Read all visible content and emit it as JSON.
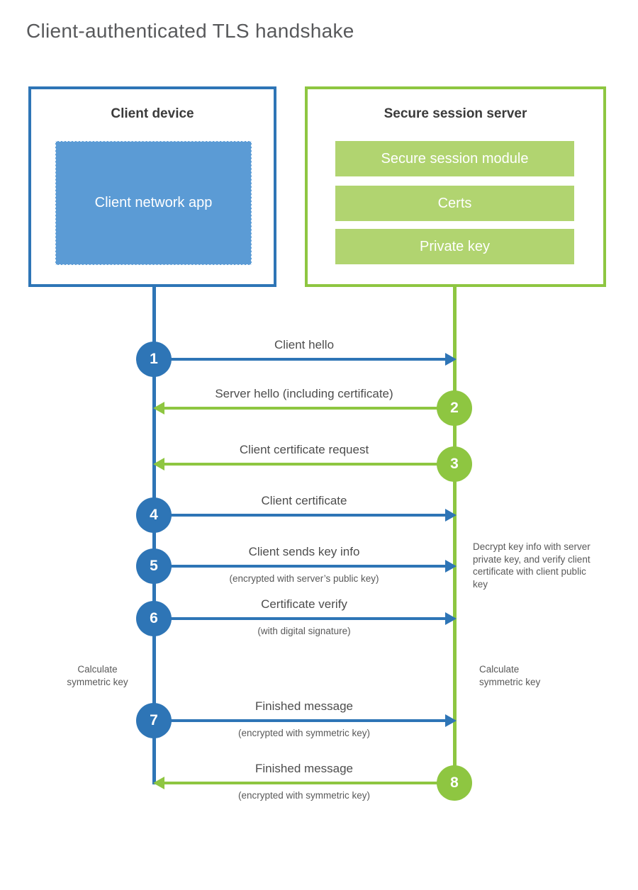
{
  "title": "Client-authenticated TLS handshake",
  "client_box": {
    "title": "Client device",
    "app_label": "Client network app"
  },
  "server_box": {
    "title": "Secure session server",
    "modules": [
      "Secure session module",
      "Certs",
      "Private key"
    ]
  },
  "steps": [
    {
      "number": "1",
      "label": "Client hello",
      "sublabel": "",
      "direction": "right",
      "from": "client"
    },
    {
      "number": "2",
      "label": "Server hello (including certificate)",
      "sublabel": "",
      "direction": "left",
      "from": "server"
    },
    {
      "number": "3",
      "label": "Client certificate request",
      "sublabel": "",
      "direction": "left",
      "from": "server"
    },
    {
      "number": "4",
      "label": "Client certificate",
      "sublabel": "",
      "direction": "right",
      "from": "client"
    },
    {
      "number": "5",
      "label": "Client sends key info",
      "sublabel": "(encrypted with server’s public key)",
      "direction": "right",
      "from": "client"
    },
    {
      "number": "6",
      "label": "Certificate verify",
      "sublabel": "(with digital signature)",
      "direction": "right",
      "from": "client"
    },
    {
      "number": "7",
      "label": "Finished message",
      "sublabel": "(encrypted with symmetric key)",
      "direction": "right",
      "from": "client"
    },
    {
      "number": "8",
      "label": "Finished message",
      "sublabel": "(encrypted with symmetric key)",
      "direction": "left",
      "from": "server"
    }
  ],
  "notes": {
    "decrypt_note": "Decrypt key info with server private key, and verify client certificate with client public key",
    "calc_left": "Calculate symmetric key",
    "calc_right": "Calculate symmetric key"
  },
  "colors": {
    "blue": "#2e75b6",
    "blue_light": "#5b9bd5",
    "green": "#8ec641",
    "green_light": "#b1d470",
    "heading": "#3b3b3b",
    "text": "#4d4d4d",
    "title": "#58595b"
  }
}
